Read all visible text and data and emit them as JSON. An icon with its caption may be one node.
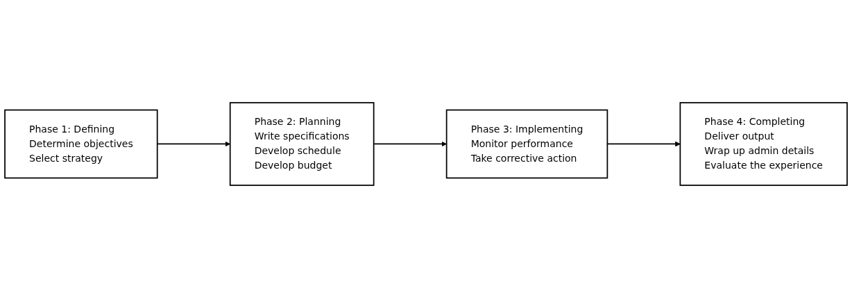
{
  "diagram": {
    "nodes": [
      {
        "text": [
          "Phase 1: Defining",
          "Determine objectives",
          "Select strategy"
        ]
      },
      {
        "text": [
          "Phase 2: Planning",
          "Write specifications",
          "Develop schedule",
          "Develop budget"
        ]
      },
      {
        "text": [
          "Phase 3: Implementing",
          "Monitor performance",
          "Take corrective action"
        ]
      },
      {
        "text": [
          "Phase 4: Completing",
          "Deliver output",
          "Wrap up admin details",
          "Evaluate the experience"
        ]
      }
    ],
    "edges": [
      {
        "from": 0,
        "to": 1,
        "arrow": "to"
      },
      {
        "from": 1,
        "to": 2,
        "arrow": "to"
      },
      {
        "from": 2,
        "to": 3,
        "arrow": "to"
      }
    ]
  }
}
